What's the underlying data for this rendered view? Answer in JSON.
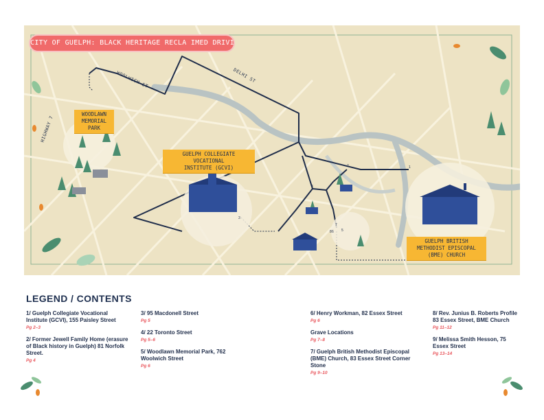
{
  "map": {
    "title": "CITY OF GUELPH: BLACK HERITAGE RECLA IMED DRIVING MAP",
    "streets": {
      "woolwich": "WOOLWICH ST",
      "delhi": "DELHI ST",
      "highway": "HIGHWAY 7"
    },
    "places": {
      "woodlawn": "WOODLAWN\nMEMORIAL PARK",
      "gcvi": "GUELPH COLLEGIATE VOCATIONAL\nINSTITUTE (GCVI)",
      "bme": "GUELPH BRITISH METHODIST EPISCOPAL\n(BME) CHURCH"
    },
    "stop_numbers": [
      "1",
      "2",
      "3",
      "4",
      "5",
      "6",
      "7",
      "8"
    ],
    "colors": {
      "background": "#ede3c4",
      "route": "#1f2d4a",
      "river": "#b9c3c3",
      "banner": "#f06a6a",
      "tag": "#f7b733",
      "building": "#2f4f9a"
    }
  },
  "legend": {
    "title": "LEGEND / CONTENTS",
    "col1": [
      {
        "text": "1/ Guelph Collegiate Vocational Institute (GCVI), 155 Paisley Street",
        "page": "Pg 2–3"
      },
      {
        "text": "2/ Former Jewell Family Home (erasure of Black history in Guelph) 81 Norfolk Street.",
        "page": "Pg 4"
      }
    ],
    "col2": [
      {
        "text": "3/ 95 Macdonell Street",
        "page": "Pg 5"
      },
      {
        "text": "4/ 22 Toronto Street",
        "page": "Pg 5–6"
      },
      {
        "text": "5/ Woodlawn Memorial Park, 762 Woolwich Street",
        "page": "Pg 6"
      }
    ],
    "col3": [
      {
        "text": "6/ Henry Workman, 82 Essex Street",
        "page": "Pg 6"
      },
      {
        "text": "Grave Locations",
        "page": "Pg 7–8"
      },
      {
        "text": "7/ Guelph British Methodist Episcopal (BME) Church, 83 Essex Street Corner Stone",
        "page": "Pg 9–10"
      }
    ],
    "col4": [
      {
        "text": "8/ Rev. Junius B. Roberts Profile 83 Essex Street, BME Church",
        "page": "Pg 11–12"
      },
      {
        "text": "9/ Melissa Smith Hesson, 75 Essex Street",
        "page": "Pg 13–14"
      }
    ]
  }
}
